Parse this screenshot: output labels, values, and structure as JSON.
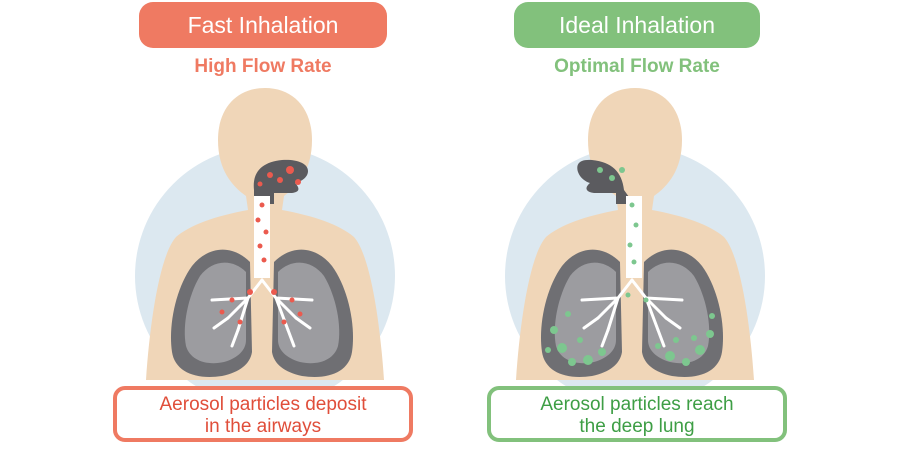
{
  "colors": {
    "fast_accent": "#EF7A62",
    "fast_text": "#E04E3A",
    "ideal_accent": "#82C17C",
    "ideal_text": "#3E9E45",
    "body_skin": "#F0D6B8",
    "background_circle": "#DCE8F0",
    "lung_dark": "#6F6F73",
    "lung_light": "#9C9CA0",
    "airway_dark": "#5B5B5F",
    "fast_particles": "#EB5A4E",
    "ideal_particles": "#7DC78F"
  },
  "panels": [
    {
      "id": "fast",
      "title": "Fast Inhalation",
      "subtitle": "High Flow Rate",
      "caption_line1": "Aerosol particles deposit",
      "caption_line2": "in the airways"
    },
    {
      "id": "ideal",
      "title": "Ideal Inhalation",
      "subtitle": "Optimal Flow Rate",
      "caption_line1": "Aerosol particles reach",
      "caption_line2": "the deep lung"
    }
  ]
}
